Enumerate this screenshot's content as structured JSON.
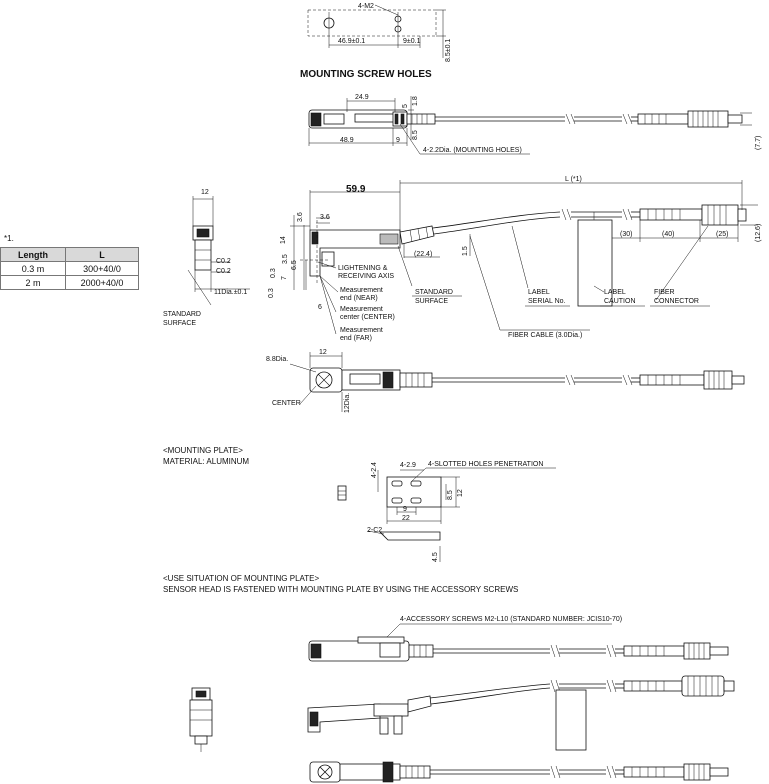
{
  "top": {
    "screw_callout": "4-M2",
    "dim_spacing": "46.9±0.1",
    "dim_offset": "9±0.1",
    "dim_height": "8.5±0.1",
    "title": "MOUNTING SCREW HOLES"
  },
  "side_view": {
    "dim_249": "24.9",
    "dim_5": "5",
    "dim_18": "1.8",
    "dim_85": "8.5",
    "dim_489": "48.9",
    "dim_9": "9",
    "mounting_holes": "4-2.2Dia. (MOUNTING HOLES)",
    "dim_77": "(7.7)"
  },
  "main_view": {
    "dim_599": "59.9",
    "dim_L": "L (*1)",
    "dim_12": "12",
    "dim_36a": "3.6",
    "dim_36b": "3.6",
    "dim_14": "14",
    "dim_35": "3.5",
    "dim_65": "6.5",
    "dim_03": "0.3",
    "dim_7": "7",
    "dim_224": "(22.4)",
    "dim_15": "1.5",
    "dim_6": "6",
    "dim_30": "(30)",
    "dim_40": "(40)",
    "dim_25": "(25)",
    "dim_126": "(12.6)",
    "c02a": "C0.2",
    "c02b": "C0.2",
    "dia11": "11Dia.±0.1",
    "std_surface_left": [
      "STANDARD",
      "SURFACE"
    ],
    "axis_label": [
      "LIGHTENING &",
      "RECEIVING AXIS"
    ],
    "near": [
      "Measurement",
      "end (NEAR)"
    ],
    "center": [
      "Measurement",
      "center (CENTER)"
    ],
    "far": [
      "Measurement",
      "end (FAR)"
    ],
    "std_surface_mid": [
      "STANDARD",
      "SURFACE"
    ],
    "label_serial": [
      "LABEL",
      "SERIAL No."
    ],
    "label_caution": [
      "LABEL",
      "CAUTION"
    ],
    "fiber_connector": [
      "FIBER",
      "CONNECTOR"
    ],
    "fiber_cable": "FIBER CABLE (3.0Dia.)"
  },
  "bottom_view": {
    "dia88": "8.8Dia.",
    "dim_12": "12",
    "center": "CENTER",
    "dia12": "12Dia."
  },
  "length_table": {
    "note": "*1.",
    "headers": [
      "Length",
      "L"
    ],
    "rows": [
      [
        "0.3 m",
        "300+40/0"
      ],
      [
        "2 m",
        "2000+40/0"
      ]
    ]
  },
  "mounting_plate": {
    "heading": "<MOUNTING PLATE>",
    "material": "MATERIAL: ALUMINUM",
    "dim_424": "4-2.4",
    "dim_429": "4-2.9",
    "slotted": "4-SLOTTED HOLES PENETRATION",
    "dim_85": "8.5",
    "dim_12": "12",
    "dim_9": "9",
    "dim_22": "22",
    "chamfer": "2-C2",
    "dim_45": "4.5"
  },
  "use_situation": {
    "heading": "<USE SITUATION OF MOUNTING PLATE>",
    "description": "SENSOR HEAD IS FASTENED WITH MOUNTING PLATE BY USING THE ACCESSORY SCREWS",
    "screws": "4-ACCESSORY SCREWS M2-L10 (STANDARD NUMBER: JCIS10-70)"
  }
}
